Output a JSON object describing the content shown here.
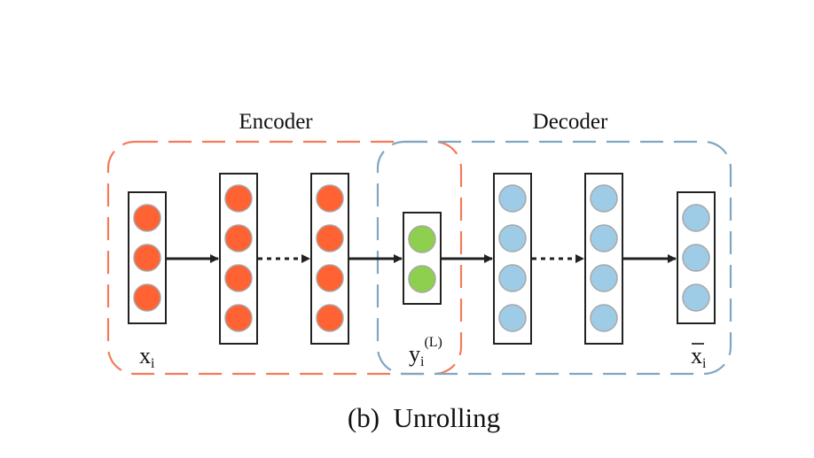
{
  "labels": {
    "encoder": "Encoder",
    "decoder": "Decoder",
    "input_var": "x",
    "input_sub": "i",
    "latent_var": "y",
    "latent_sub": "i",
    "latent_sup": "(L)",
    "output_var": "x",
    "output_sub": "i",
    "caption": "(b)  Unrolling"
  },
  "colors": {
    "encoder_box": "#f27b5b",
    "decoder_box": "#7fa6c3",
    "encoder_node": "#ff6233",
    "latent_node": "#8ecf4f",
    "decoder_node": "#9ecbe6",
    "node_stroke": "#a8a8a8",
    "arrow": "#222222"
  }
}
